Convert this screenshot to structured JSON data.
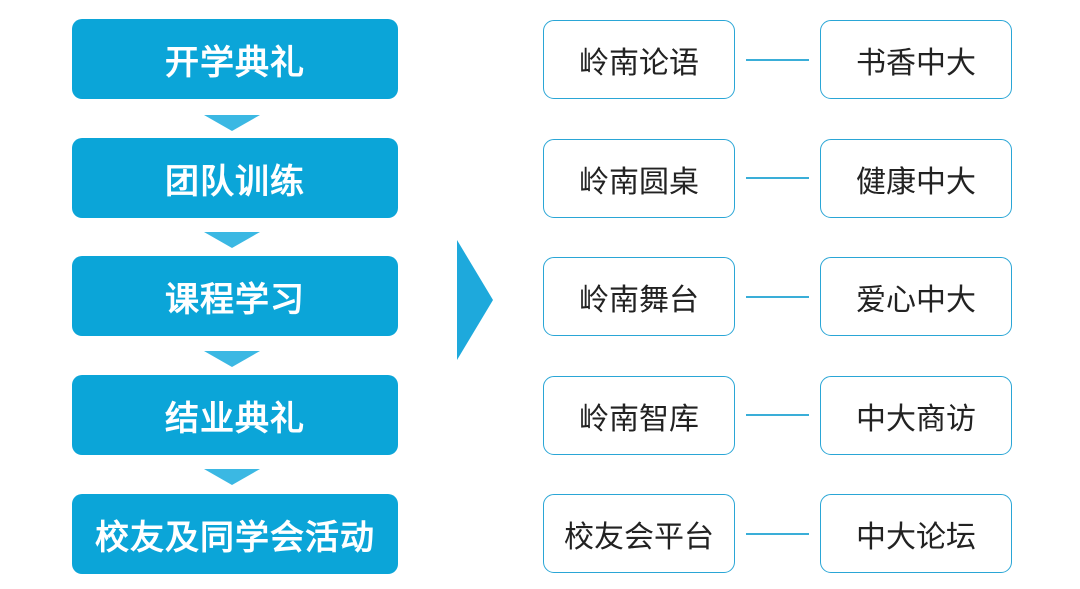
{
  "stages": [
    {
      "label": "开学典礼"
    },
    {
      "label": "团队训练"
    },
    {
      "label": "课程学习"
    },
    {
      "label": "结业典礼"
    },
    {
      "label": "校友及同学会活动"
    }
  ],
  "rows": [
    {
      "left": "岭南论语",
      "right": "书香中大"
    },
    {
      "left": "岭南圆桌",
      "right": "健康中大"
    },
    {
      "left": "岭南舞台",
      "right": "爱心中大"
    },
    {
      "left": "岭南智库",
      "right": "中大商访"
    },
    {
      "left": "校友会平台",
      "right": "中大论坛"
    }
  ],
  "colors": {
    "stage_fill": "#0ba5d8",
    "stage_text": "#ffffff",
    "box_border": "#2aa6d6",
    "arrow": "#1ea9dc"
  }
}
